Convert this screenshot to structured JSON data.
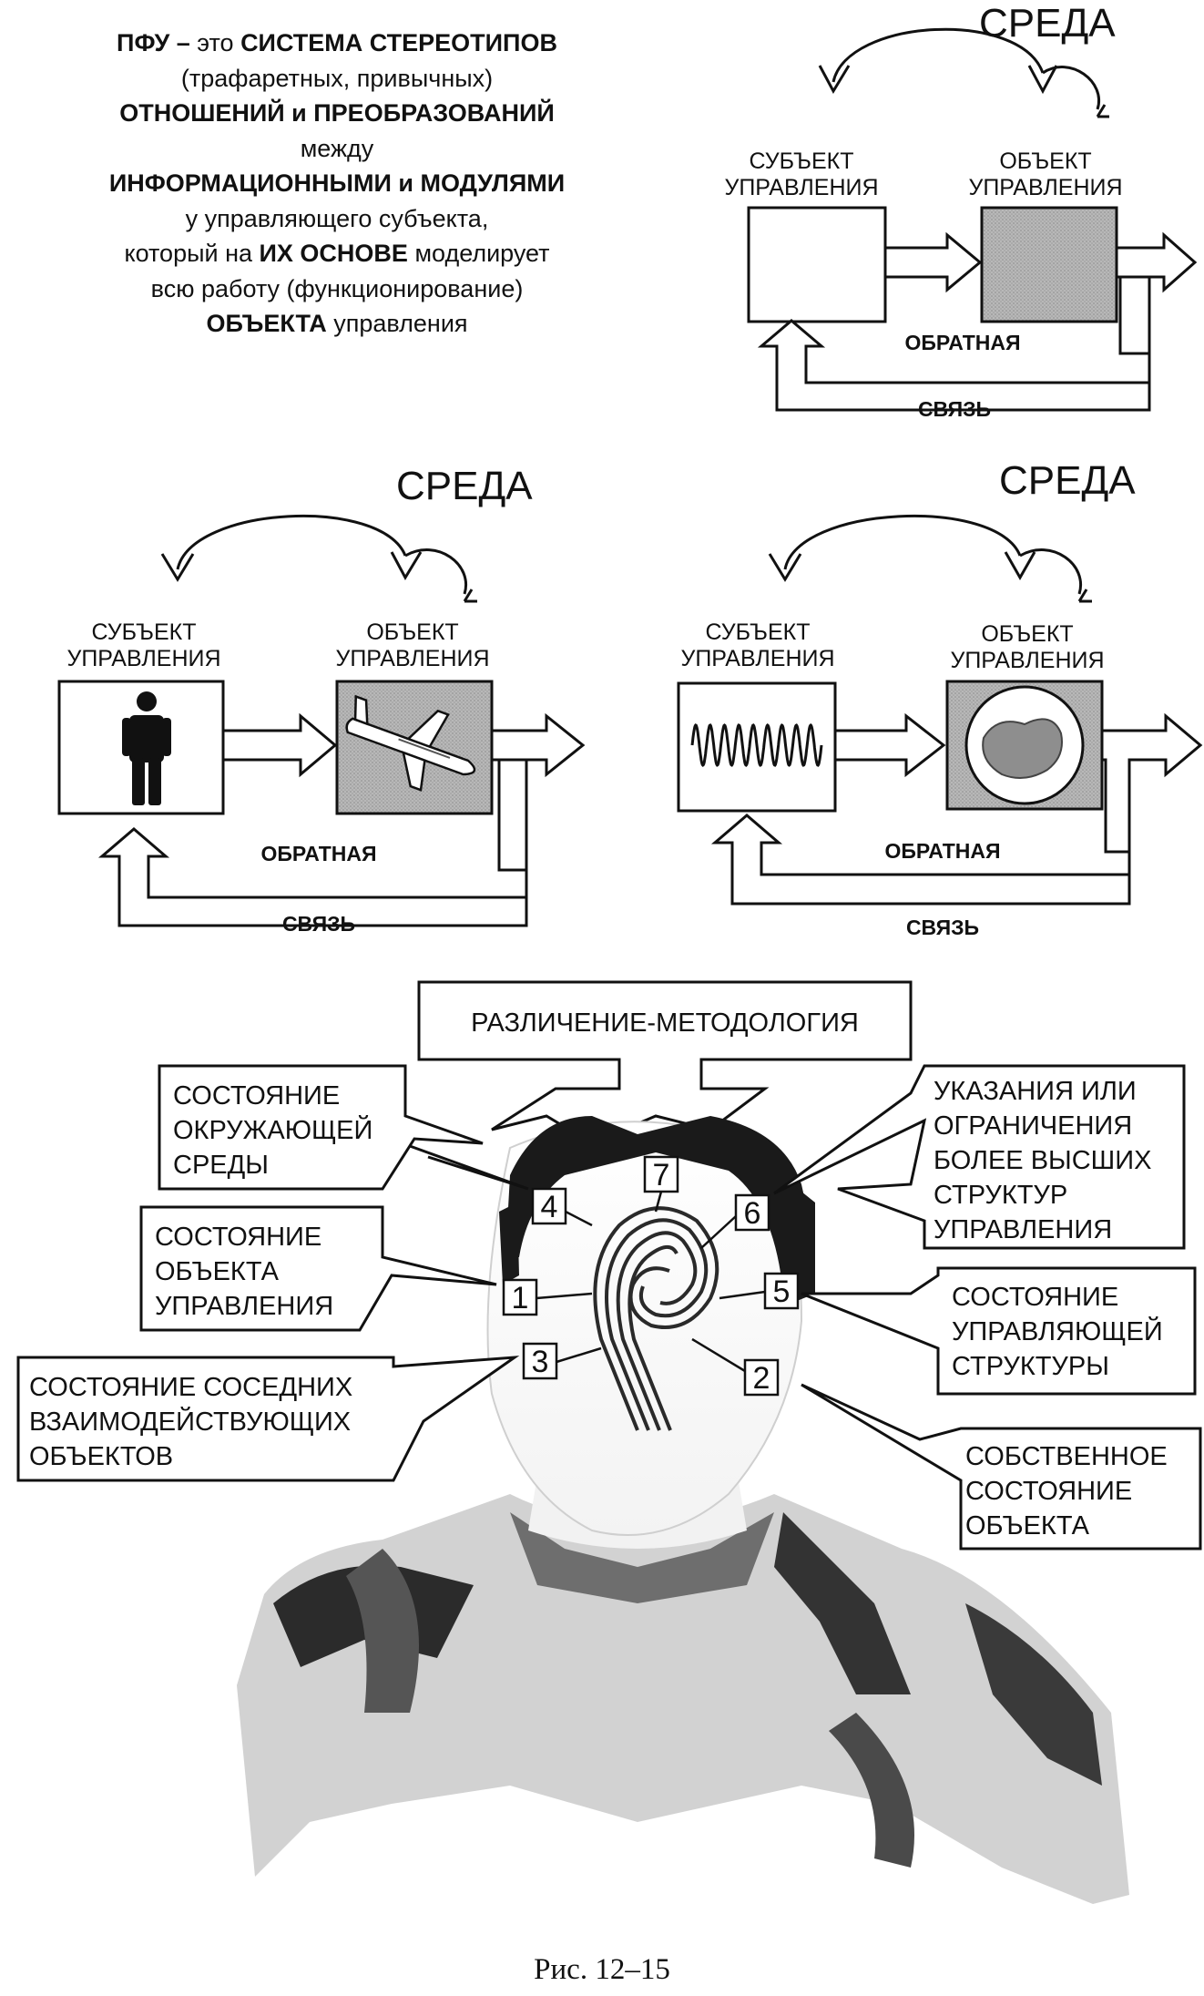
{
  "intro": {
    "l1_bold_a": "ПФУ –",
    "l1_normal": " это ",
    "l1_bold_b": "СИСТЕМА СТЕРЕОТИПОВ",
    "l2": "(трафаретных, привычных)",
    "l3": "ОТНОШЕНИЙ и ПРЕОБРАЗОВАНИЙ",
    "l4": "между",
    "l5": "ИНФОРМАЦИОННЫМИ и МОДУЛЯМИ",
    "l6": "у управляющего субъекта,",
    "l7_a": "который на ",
    "l7_b": "ИХ ОСНОВЕ",
    "l7_c": " моделирует",
    "l8": "всю работу (функционирование)",
    "l9_b": "ОБЪЕКТА",
    "l9_c": " управления"
  },
  "loop_diagrams": [
    {
      "environment": "СРЕДА",
      "subject_l1": "СУБЪЕКТ",
      "subject_l2": "УПРАВЛЕНИЯ",
      "object_l1": "ОБЪЕКТ",
      "object_l2": "УПРАВЛЕНИЯ",
      "feedback_l1": "ОБРАТНАЯ",
      "feedback_l2": "СВЯЗЬ",
      "subject_icon": "empty-box",
      "object_icon": "shaded-box"
    },
    {
      "environment": "СРЕДА",
      "subject_l1": "СУБЪЕКТ",
      "subject_l2": "УПРАВЛЕНИЯ",
      "object_l1": "ОБЪЕКТ",
      "object_l2": "УПРАВЛЕНИЯ",
      "feedback_l1": "ОБРАТНАЯ",
      "feedback_l2": "СВЯЗЬ",
      "subject_icon": "person-icon",
      "object_icon": "airplane-icon"
    },
    {
      "environment": "СРЕДА",
      "subject_l1": "СУБЪЕКТ",
      "subject_l2": "УПРАВЛЕНИЯ",
      "object_l1": "ОБЪЕКТ",
      "object_l2": "УПРАВЛЕНИЯ",
      "feedback_l1": "ОБРАТНАЯ",
      "feedback_l2": "СВЯЗЬ",
      "subject_icon": "wave-icon",
      "object_icon": "globe-icon"
    }
  ],
  "head_diagram": {
    "top_box": "РАЗЛИЧЕНИЕ-МЕТОДОЛОГИЯ",
    "env_state": [
      "СОСТОЯНИЕ",
      "ОКРУЖАЮЩЕЙ",
      "СРЕДЫ"
    ],
    "object_state": [
      "СОСТОЯНИЕ",
      "ОБЪЕКТА",
      "УПРАВЛЕНИЯ"
    ],
    "neighbors_state": [
      "СОСТОЯНИЕ СОСЕДНИХ",
      "ВЗАИМОДЕЙСТВУЮЩИХ",
      "ОБЪЕКТОВ"
    ],
    "higher_orders": [
      "УКАЗАНИЯ ИЛИ",
      "ОГРАНИЧЕНИЯ",
      "БОЛЕЕ ВЫСШИХ",
      "СТРУКТУР",
      "УПРАВЛЕНИЯ"
    ],
    "control_state": [
      "СОСТОЯНИЕ",
      "УПРАВЛЯЮЩЕЙ",
      "СТРУКТУРЫ"
    ],
    "own_state": [
      "СОБСТВЕННОЕ",
      "СОСТОЯНИЕ",
      "ОБЪЕКТА"
    ],
    "numbers": [
      "1",
      "2",
      "3",
      "4",
      "5",
      "6",
      "7"
    ]
  },
  "caption": "Рис. 12–15",
  "colors": {
    "ink": "#111111",
    "shade": "#b0b0b0",
    "hair": "#2a2a2a"
  }
}
